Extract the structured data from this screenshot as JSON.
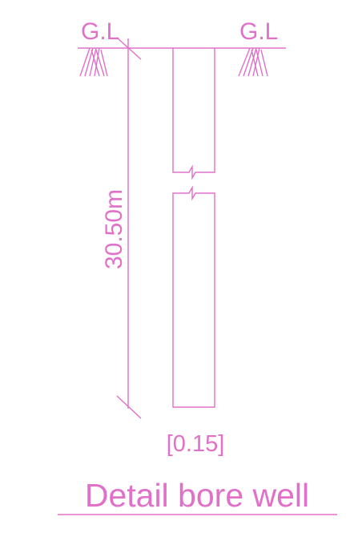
{
  "drawing": {
    "line_color": "#e070c8",
    "ground_label_left": "G.L",
    "ground_label_right": "G.L",
    "depth_label": "30.50m",
    "diameter_label": "[0.15]",
    "title": "Detail bore well"
  }
}
